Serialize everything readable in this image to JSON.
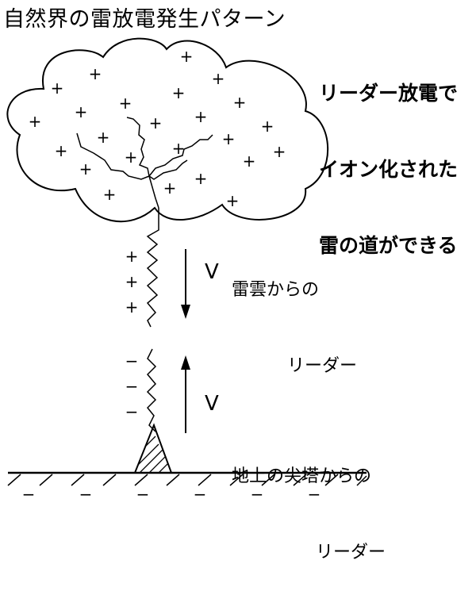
{
  "title": "自然界の雷放電発生パターン",
  "caption_lines": [
    "リーダー放電で",
    "イオン化された",
    "雷の道ができる"
  ],
  "cloud_leader_lines": [
    "雷雲からの",
    "リーダー"
  ],
  "ground_leader_lines": [
    "地上の尖塔からの",
    "リーダー"
  ],
  "velocity_label": "V",
  "plus_sign": "+",
  "minus_sign": "−"
}
